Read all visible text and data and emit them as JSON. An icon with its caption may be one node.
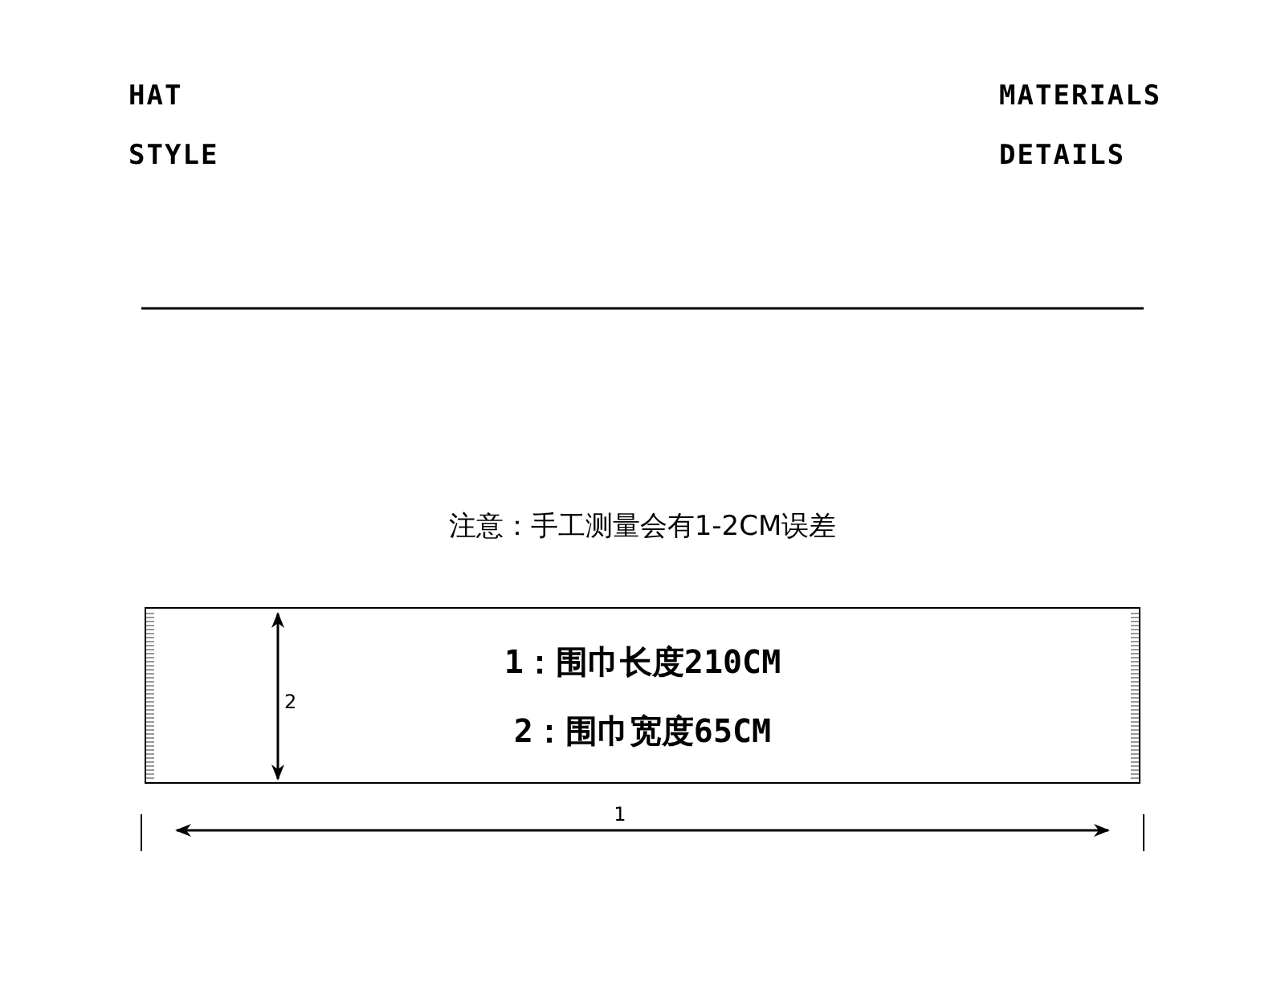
{
  "diagram": {
    "nodes": [
      {
        "text": [
          "1：围巾长度210CM",
          "2：围巾宽度65CM"
        ]
      }
    ],
    "labels": [
      "HAT",
      "MATERIALS",
      "STYLE",
      "DETAILS",
      "注意：手工测量会有1-2CM误差",
      "2",
      "1"
    ]
  }
}
